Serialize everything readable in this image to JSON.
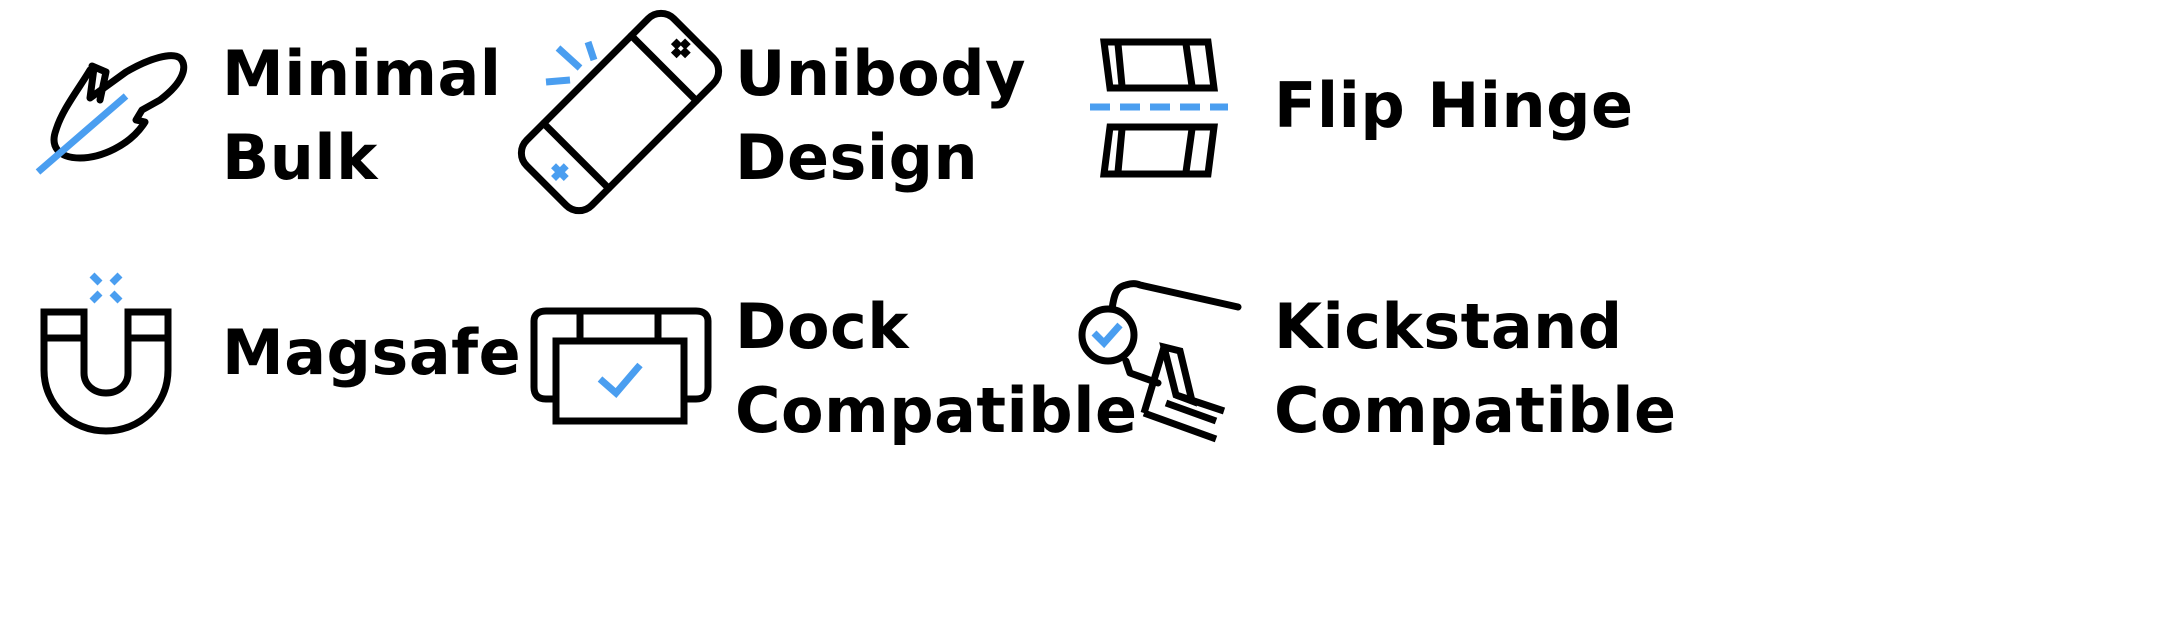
{
  "accent_color": "#4a9ef0",
  "text_color": "#000000",
  "features": [
    {
      "icon": "feather-slash-icon",
      "lines": [
        "Minimal",
        "Bulk"
      ]
    },
    {
      "icon": "handheld-console-icon",
      "lines": [
        "Unibody",
        "Design"
      ]
    },
    {
      "icon": "flip-hinge-icon",
      "lines": [
        "Flip Hinge"
      ]
    },
    {
      "icon": "magnet-icon",
      "lines": [
        "Magsafe"
      ]
    },
    {
      "icon": "dock-check-icon",
      "lines": [
        "Dock",
        "Compatible"
      ]
    },
    {
      "icon": "kickstand-check-icon",
      "lines": [
        "Kickstand",
        "Compatible"
      ]
    }
  ]
}
